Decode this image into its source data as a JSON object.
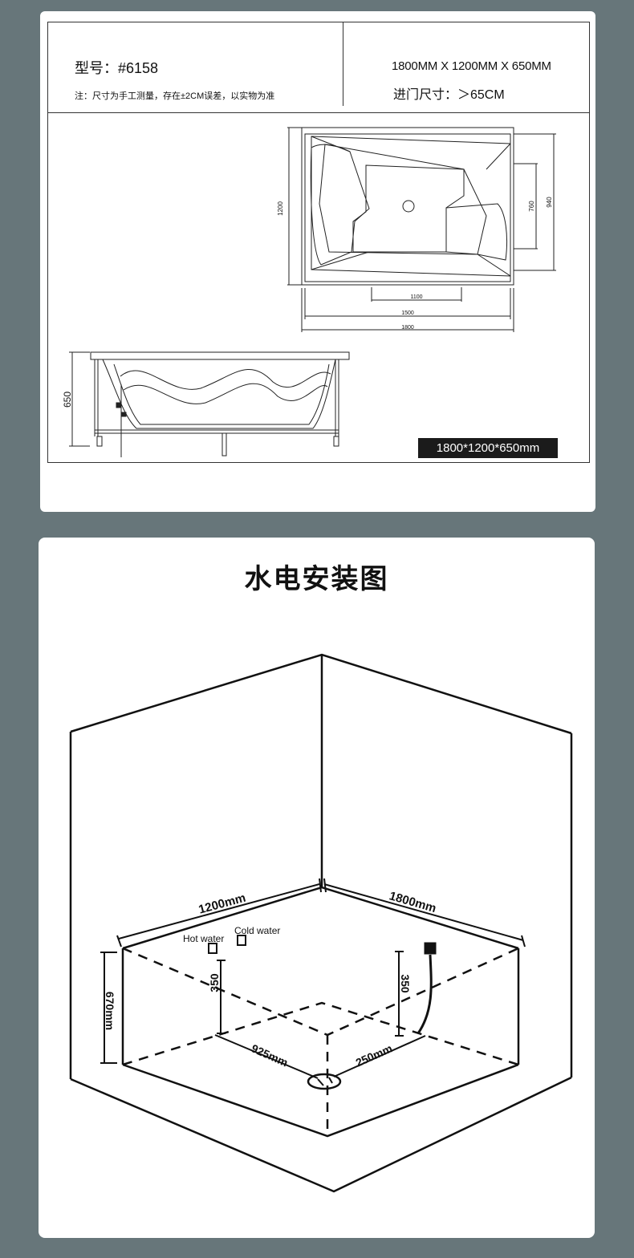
{
  "spec": {
    "model_label": "型号：#6158",
    "note": "注：尺寸为手工测量，存在±2CM误差，以实物为准",
    "dimensions": "1800MM X 1200MM X 650MM",
    "door_size": "进门尺寸：＞65CM",
    "badge": "1800*1200*650mm"
  },
  "top_view": {
    "dim_1200": "1200",
    "dim_760": "760",
    "dim_940": "940",
    "dim_1100": "1100",
    "dim_1500": "1500",
    "dim_1800": "1800"
  },
  "side_view": {
    "dim_650": "650"
  },
  "install": {
    "title": "水电安装图",
    "len_1200": "1200mm",
    "len_1800": "1800mm",
    "hot_water": "Hot water",
    "cold_water": "Cold water",
    "height_670": "670mm",
    "height_350_left": "350",
    "height_350_right": "350",
    "dist_925": "925mm",
    "dist_250": "250mm"
  }
}
